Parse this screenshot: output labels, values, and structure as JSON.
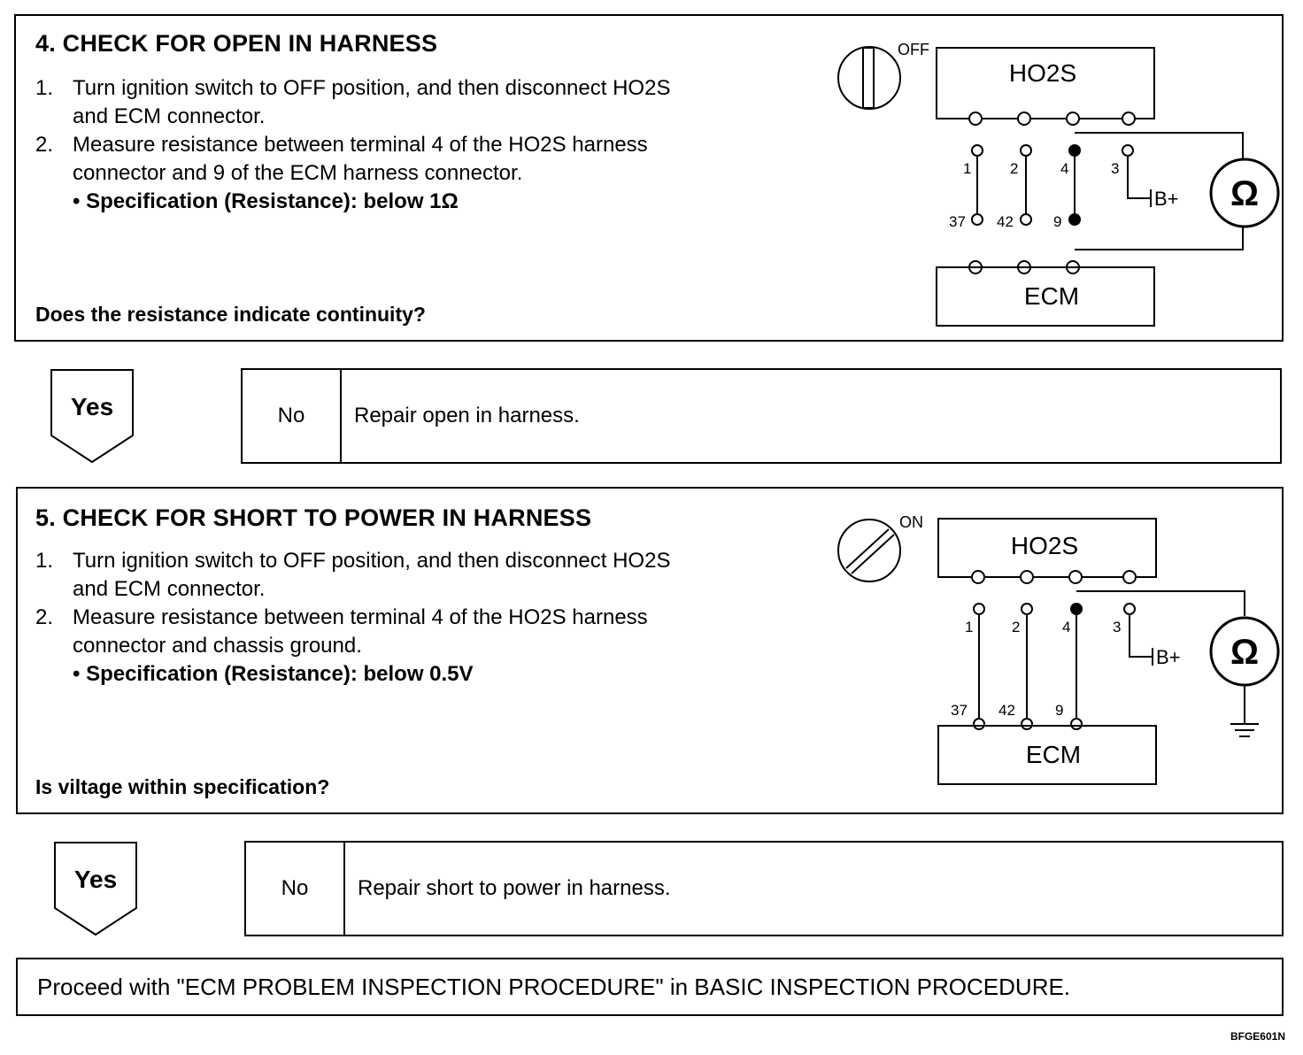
{
  "section4": {
    "title": "4. CHECK FOR OPEN IN HARNESS",
    "steps": [
      {
        "num": "1.",
        "line1": "Turn ignition switch to OFF position, and then disconnect HO2S",
        "line2": "and ECM connector."
      },
      {
        "num": "2.",
        "line1": "Measure resistance between terminal 4 of the HO2S harness",
        "line2": "connector and 9 of the ECM harness connector."
      }
    ],
    "spec": "•   Specification (Resistance): below 1Ω",
    "question": "Does the resistance indicate continuity?",
    "yes_label": "Yes",
    "no_label": "No",
    "no_action": "Repair open in harness.",
    "diagram": {
      "switch_label": "OFF",
      "top_connector": "HO2S",
      "bottom_connector": "ECM",
      "top_pins": [
        "1",
        "2",
        "4",
        "3"
      ],
      "bottom_pins": [
        "37",
        "42",
        "9"
      ],
      "supply_label": "B+",
      "meter_symbol": "Ω"
    }
  },
  "section5": {
    "title": "5.  CHECK FOR SHORT TO POWER IN HARNESS",
    "steps": [
      {
        "num": "1.",
        "line1": "Turn ignition switch to OFF position, and then disconnect HO2S",
        "line2": "and ECM connector."
      },
      {
        "num": "2.",
        "line1": "Measure resistance between terminal 4 of the HO2S harness",
        "line2": "connector and chassis ground."
      }
    ],
    "spec": "•   Specification (Resistance): below 0.5V",
    "question": "Is viltage within specification?",
    "yes_label": "Yes",
    "no_label": "No",
    "no_action": "Repair short to power in harness.",
    "diagram": {
      "switch_label": "ON",
      "top_connector": "HO2S",
      "bottom_connector": "ECM",
      "top_pins": [
        "1",
        "2",
        "4",
        "3"
      ],
      "bottom_pins": [
        "37",
        "42",
        "9"
      ],
      "supply_label": "B+",
      "meter_symbol": "Ω"
    }
  },
  "proceed": "Proceed with \"ECM PROBLEM INSPECTION PROCEDURE\" in BASIC INSPECTION PROCEDURE.",
  "figure_code": "BFGE601N"
}
